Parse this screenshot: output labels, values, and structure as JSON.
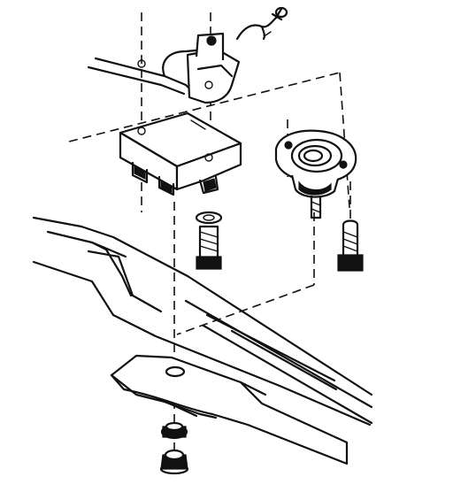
{
  "diagram": {
    "type": "exploded-assembly-line-drawing",
    "ink_color": "#111111",
    "background_color": "#ffffff",
    "parts": [
      "upper-bracket-with-wire-connector",
      "rectangular-mount-block",
      "round-flanged-mount",
      "bolt-left",
      "bolt-right",
      "washer",
      "flange-nut-upper",
      "flange-nut-lower",
      "frame-rail"
    ]
  }
}
